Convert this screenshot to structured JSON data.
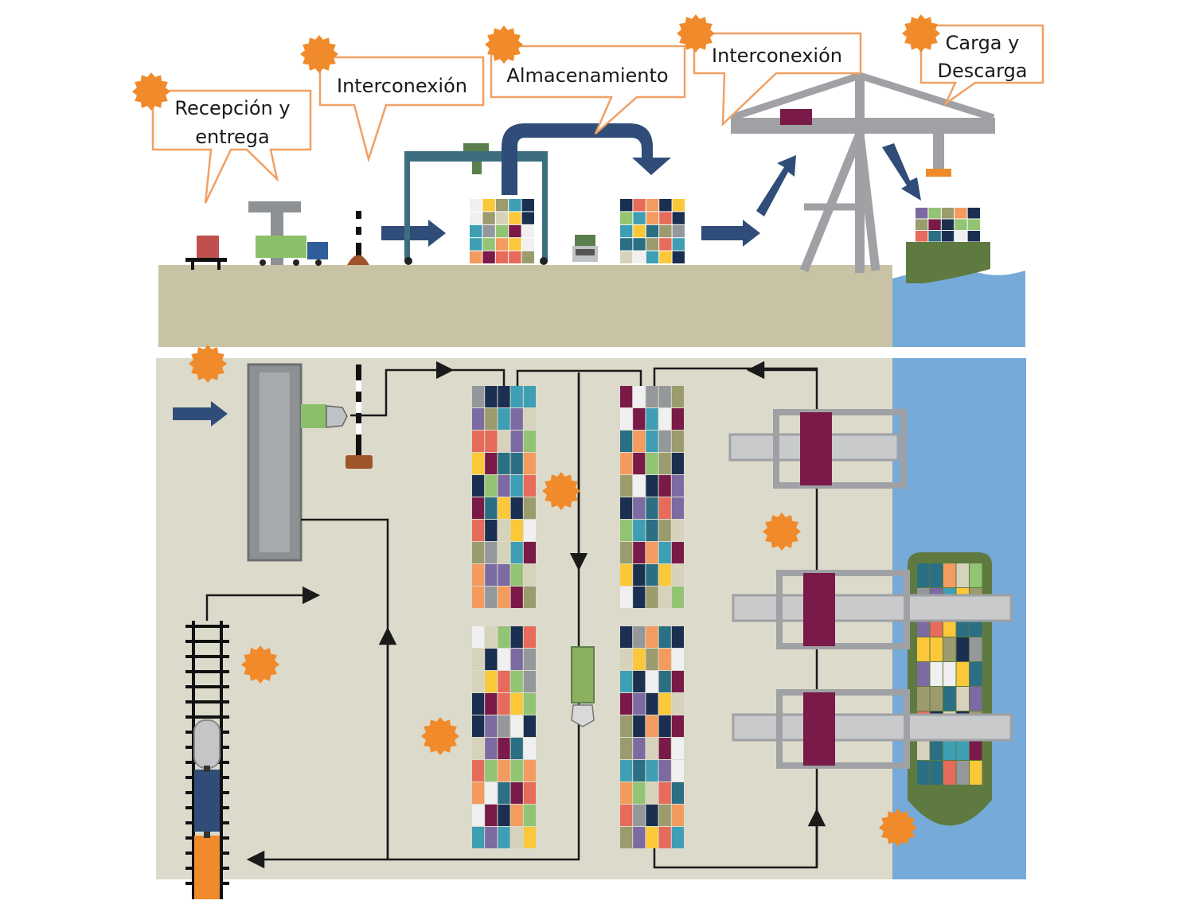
{
  "labels": {
    "reception": [
      "Recepción y",
      "entrega"
    ],
    "interconnection_left": "Interconexión",
    "storage": "Almacenamiento",
    "interconnection_right": "Interconexión",
    "loading": [
      "Carga y",
      "Descarga"
    ]
  },
  "colors": {
    "callout_border": "#f0a064",
    "starburst": "#f08a2a",
    "arrow_blue": "#2f4d78",
    "ground_top": "#c9c3a6",
    "ground_plan": "#dcdacb",
    "water": "#76aad8",
    "crane_gray": "#9fa1a4",
    "crane_teal": "#3d6e80",
    "ship_hull": "#5e7a40",
    "maroon": "#7a1a48"
  },
  "container_palette": [
    "#7a1a48",
    "#9c9b6e",
    "#f49b5f",
    "#3e9fb4",
    "#2b6f84",
    "#1b2f50",
    "#f0f0f0",
    "#fbc83a",
    "#92c473",
    "#7c6aa3",
    "#95989b",
    "#d6d2bb",
    "#e66b5a"
  ]
}
